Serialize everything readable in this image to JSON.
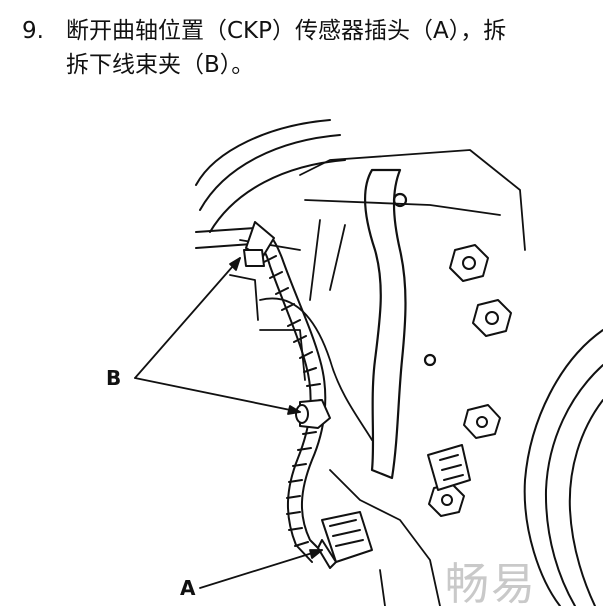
{
  "step": {
    "number": "9.",
    "line1": "断开曲轴位置（CKP）传感器插头（A），拆",
    "line2": "拆下线束夹（B）。"
  },
  "figure": {
    "callout_a": "A",
    "callout_b": "B"
  },
  "watermark": "畅易"
}
